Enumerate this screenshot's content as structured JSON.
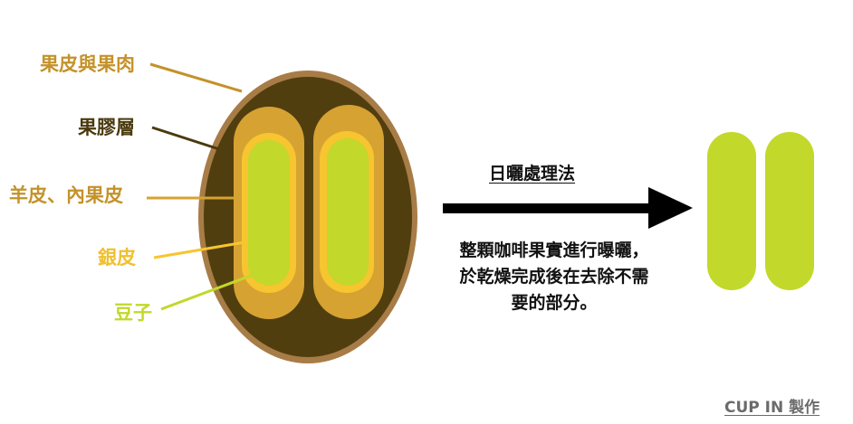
{
  "labels": {
    "pulp": "果皮與果肉",
    "mucilage": "果膠層",
    "parchment": "羊皮、內果皮",
    "silverskin": "銀皮",
    "bean": "豆子"
  },
  "process": {
    "title": "日曬處理法",
    "description_lines": [
      "整顆咖啡果實進行曝曬，",
      "於乾燥完成後在去除不需",
      "要的部分。"
    ]
  },
  "credit": "CUP IN 製作",
  "colors": {
    "pulp_skin": "#A77C46",
    "mucilage": "#513E0F",
    "parchment": "#D6A232",
    "silverskin": "#F7C530",
    "bean": "#C2D82B",
    "label_gold": "#C4922A",
    "label_dark": "#4A3A0E",
    "arrow": "#000000"
  }
}
